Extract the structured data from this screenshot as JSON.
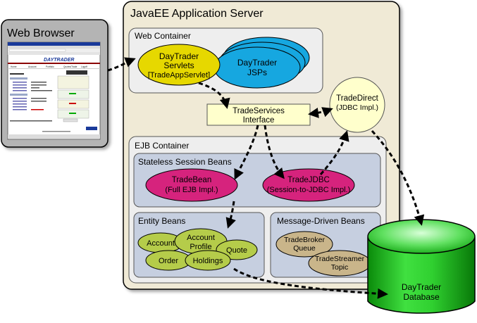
{
  "web_browser": {
    "title": "Web Browser",
    "screenshot": {
      "logo_text": "DAYTRADER",
      "nav_items": [
        "Home",
        "Account",
        "Portfolio",
        "Quotes/Trade",
        "Logoff"
      ]
    }
  },
  "server": {
    "title": "JavaEE Application Server",
    "web_container": {
      "title": "Web Container",
      "servlets": [
        "DayTrader",
        "Servlets",
        "[TradeAppServlet]"
      ],
      "jsps": [
        "DayTrader",
        "JSPs"
      ]
    },
    "trade_services": [
      "TradeServices",
      "Interface"
    ],
    "trade_direct": [
      "TradeDirect",
      "(JDBC Impl.)"
    ],
    "ejb_container": {
      "title": "EJB Container",
      "session_beans": {
        "title": "Stateless Session Beans",
        "trade_bean": [
          "TradeBean",
          "(Full EJB Impl.)"
        ],
        "trade_jdbc": [
          "TradeJDBC",
          "(Session-to-JDBC Impl.)"
        ]
      },
      "entity_beans": {
        "title": "Entity Beans",
        "account": "Account",
        "account_profile": [
          "Account",
          "Profile"
        ],
        "quote": "Quote",
        "order": "Order",
        "holdings": "Holdings"
      },
      "mdb": {
        "title": "Message-Driven Beans",
        "broker": [
          "TradeBroker",
          "Queue"
        ],
        "streamer": [
          "TradeStreamer",
          "Topic"
        ]
      }
    }
  },
  "database": [
    "DayTrader",
    "Database"
  ],
  "colors": {
    "server_bg": "#f0ead6",
    "container_bg": "#eeeeee",
    "inner_bg": "#c6cfe0",
    "servlet_fill": "#e6d800",
    "jsp_fill": "#16a7e0",
    "session_fill": "#d6237d",
    "entity_fill": "#b5cc4a",
    "mdb_fill": "#c9b58a",
    "interface_fill": "#ffffcc",
    "db_fill": "#2fd02f"
  }
}
